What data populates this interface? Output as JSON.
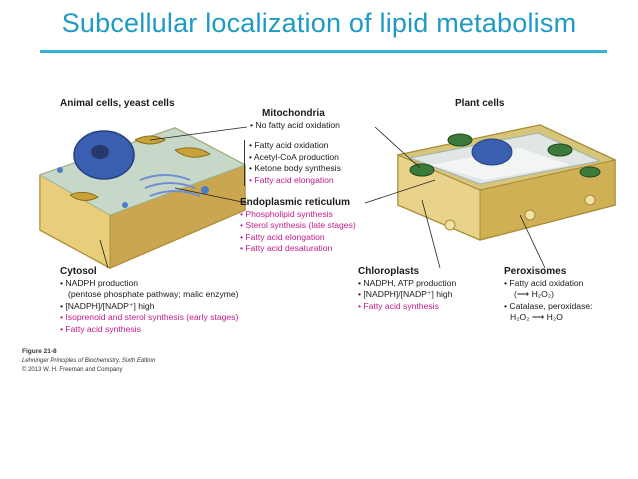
{
  "title": "Subcellular localization of lipid metabolism",
  "labels": {
    "animal": "Animal cells, yeast cells",
    "plant": "Plant cells"
  },
  "mitochondria": {
    "header": "Mitochondria",
    "no_ox": "No fatty acid oxidation",
    "items": [
      "Fatty acid oxidation",
      "Acetyl-CoA production",
      "Ketone body synthesis",
      "Fatty acid elongation"
    ]
  },
  "er": {
    "header": "Endoplasmic reticulum",
    "items": [
      "Phospholipid synthesis",
      "Sterol synthesis (late stages)",
      "Fatty acid elongation",
      "Fatty acid desaturation"
    ]
  },
  "cytosol": {
    "header": "Cytosol",
    "line1": "NADPH production",
    "line2": "(pentose phosphate pathway; malic enzyme)",
    "line3": "[NADPH]/[NADP⁺] high",
    "line4": "Isoprenoid and sterol synthesis (early stages)",
    "line5": "Fatty acid synthesis"
  },
  "chloroplasts": {
    "header": "Chloroplasts",
    "line1": "NADPH, ATP production",
    "line2": "[NADPH]/[NADP⁺] high",
    "line3": "Fatty acid synthesis"
  },
  "peroxisomes": {
    "header": "Peroxisomes",
    "line1": "Fatty acid oxidation",
    "line2": "(⟶ H₂O₂)",
    "line3": "Catalase, peroxidase:",
    "line4": "H₂O₂ ⟶ H₂O"
  },
  "credit": {
    "figure": "Figure 21-8",
    "book": "Lehninger Principles of Biochemistry, Sixth Edition",
    "copyright": "© 2013 W. H. Freeman and Company"
  },
  "colors": {
    "title": "#1e9bc4",
    "magenta": "#c21a8a",
    "wall": "#d9c06a",
    "nucleus": "#3b5fb0",
    "chloroplast": "#3c7a3a"
  }
}
